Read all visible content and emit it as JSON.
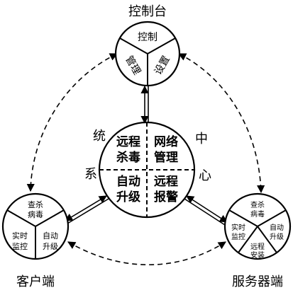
{
  "console": {
    "label": "控制台",
    "top": "控制",
    "left": "管理",
    "right": "设置"
  },
  "center": {
    "corner_labels": [
      "统",
      "中",
      "系",
      "心"
    ],
    "quadrants": [
      {
        "line1": "远程",
        "line2": "杀毒"
      },
      {
        "line1": "网络",
        "line2": "管理"
      },
      {
        "line1": "自动",
        "line2": "升级"
      },
      {
        "line1": "远程",
        "line2": "报警"
      }
    ]
  },
  "client": {
    "label": "客户端",
    "top": {
      "line1": "查杀",
      "line2": "病毒"
    },
    "left": {
      "line1": "实时",
      "line2": "监控"
    },
    "right": {
      "line1": "自动",
      "line2": "升级"
    }
  },
  "server": {
    "label": "服务器端",
    "top": {
      "line1": "查杀",
      "line2": "病毒"
    },
    "left": {
      "line1": "实时",
      "line2": "监控"
    },
    "right": {
      "line1": "自动",
      "line2": "升级"
    },
    "bottom": {
      "line1": "远程",
      "line2": "安装"
    }
  }
}
